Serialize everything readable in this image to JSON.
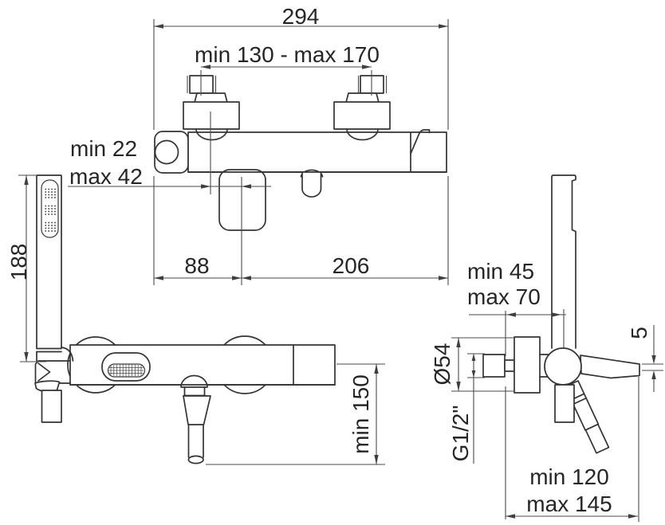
{
  "labels": {
    "overall_width": "294",
    "inlet_centers": "min 130 - max 170",
    "offset_min": "min 22",
    "offset_max": "max 42",
    "handshower_length": "188",
    "left_to_spout": "88",
    "spout_to_right": "206",
    "clearance_below": "min 150",
    "wall_to_axis_min": "min 45",
    "wall_to_axis_max": "max 70",
    "flange_diameter": "Ø54",
    "inlet_thread": "G1/2\"",
    "lever_offset": "5",
    "depth_min": "min 120",
    "depth_max": "max 145"
  },
  "colors": {
    "object_line": "#333333",
    "dimension_line": "#4a4a4a",
    "text": "#262626",
    "background": "#ffffff"
  }
}
